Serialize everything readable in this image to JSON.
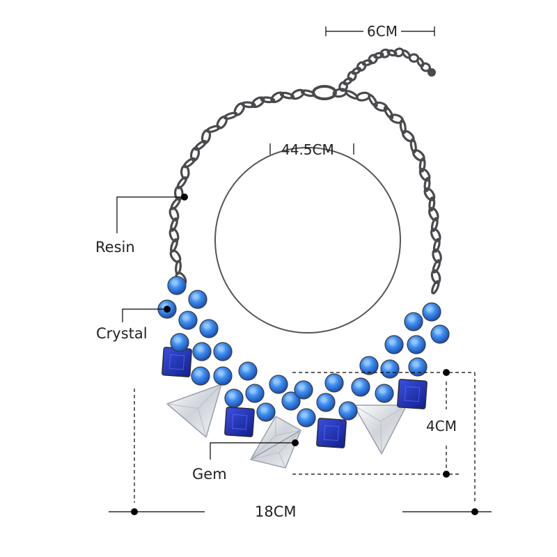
{
  "image": {
    "subject": "necklace-product-photo",
    "background_color": "#ffffff",
    "colors": {
      "chain": "#4a4a4e",
      "crystal": "#2f7fe0",
      "crystal_highlight": "#8ec2ff",
      "resin": "#1c2fb5",
      "gem": "#e6e8ec",
      "annotation": "#000000"
    }
  },
  "dimensions": {
    "extender": "6CM",
    "circumference": "44.5CM",
    "pendant_height": "4CM",
    "pendant_width": "18CM"
  },
  "callouts": {
    "resin": "Resin",
    "crystal": "Crystal",
    "gem": "Gem"
  }
}
